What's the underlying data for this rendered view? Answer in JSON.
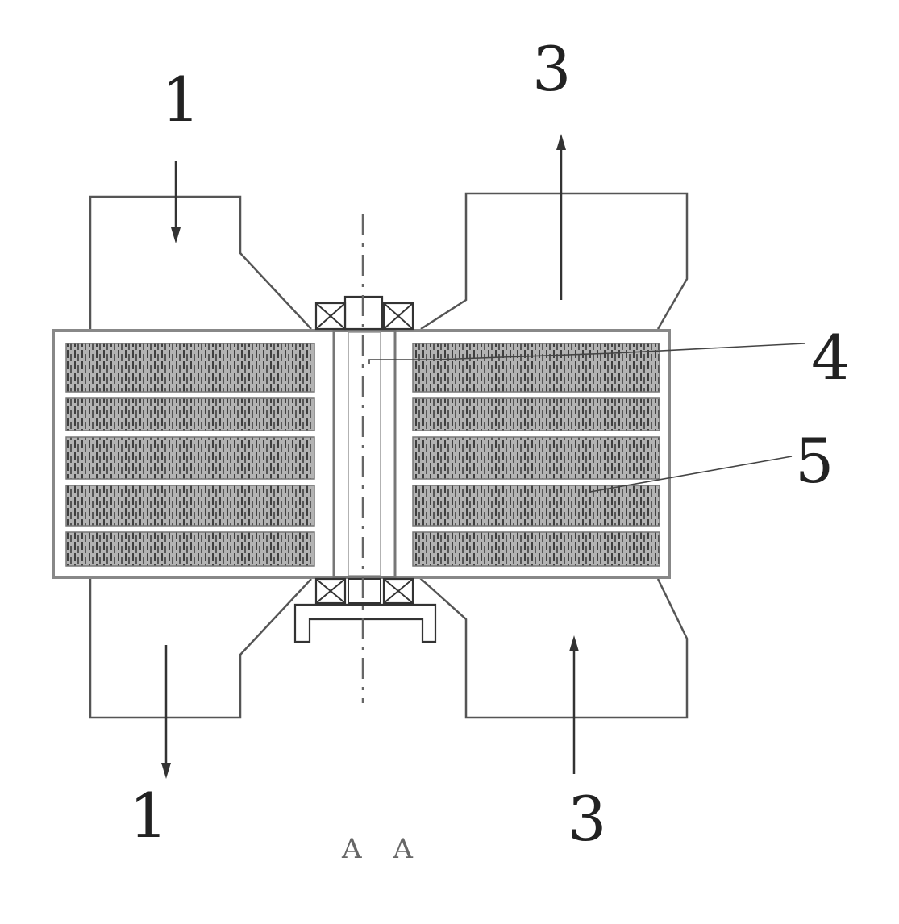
{
  "labels": {
    "inlet_top": "1",
    "inlet_bottom": "1",
    "outlet_top": "3",
    "outlet_bottom": "3",
    "part_4": "4",
    "part_5": "5"
  },
  "caption": "A A",
  "colors": {
    "line": "#555555",
    "frame": "#888888",
    "pack_fill": "#b0b0b0",
    "pack_hatch": "#4a4a4a"
  }
}
